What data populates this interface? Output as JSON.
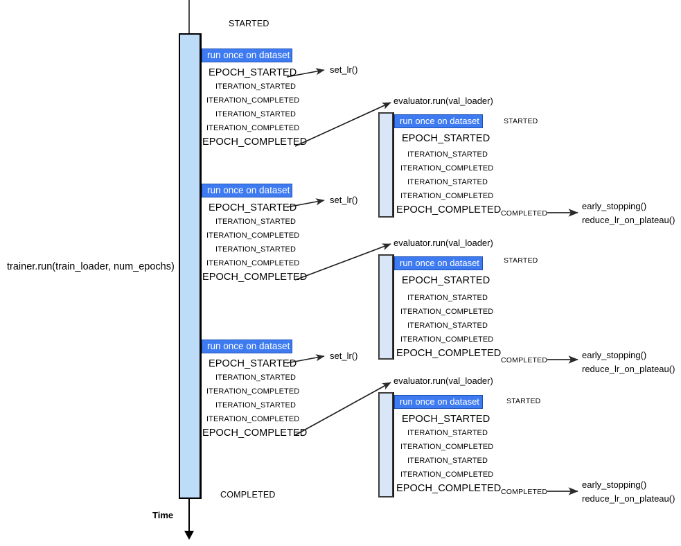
{
  "diagram": {
    "title_label": "trainer.run(train_loader, num_epochs)",
    "time_label": "Time",
    "run_once_label": "run once on dataset",
    "trainer": {
      "state_started": "STARTED",
      "state_completed": "COMPLETED",
      "epochs": [
        {
          "run_once": "run once on dataset",
          "epoch_started": "EPOCH_STARTED",
          "iterations": [
            "ITERATION_STARTED",
            "ITERATION_COMPLETED",
            "ITERATION_STARTED",
            "ITERATION_COMPLETED"
          ],
          "epoch_completed": "EPOCH_COMPLETED",
          "handler": "set_lr()"
        },
        {
          "run_once": "run once on dataset",
          "epoch_started": "EPOCH_STARTED",
          "iterations": [
            "ITERATION_STARTED",
            "ITERATION_COMPLETED",
            "ITERATION_STARTED",
            "ITERATION_COMPLETED"
          ],
          "epoch_completed": "EPOCH_COMPLETED",
          "handler": "set_lr()"
        },
        {
          "run_once": "run once on dataset",
          "epoch_started": "EPOCH_STARTED",
          "iterations": [
            "ITERATION_STARTED",
            "ITERATION_COMPLETED",
            "ITERATION_STARTED",
            "ITERATION_COMPLETED"
          ],
          "epoch_completed": "EPOCH_COMPLETED",
          "handler": "set_lr()"
        }
      ]
    },
    "evaluators": [
      {
        "call_label": "evaluator.run(val_loader)",
        "run_once": "run once on dataset",
        "state_started": "STARTED",
        "epoch_started": "EPOCH_STARTED",
        "iterations": [
          "ITERATION_STARTED",
          "ITERATION_COMPLETED",
          "ITERATION_STARTED",
          "ITERATION_COMPLETED"
        ],
        "epoch_completed": "EPOCH_COMPLETED",
        "state_completed": "COMPLETED",
        "handlers": [
          "early_stopping()",
          "reduce_lr_on_plateau()"
        ]
      },
      {
        "call_label": "evaluator.run(val_loader)",
        "run_once": "run once on dataset",
        "state_started": "STARTED",
        "epoch_started": "EPOCH_STARTED",
        "iterations": [
          "ITERATION_STARTED",
          "ITERATION_COMPLETED",
          "ITERATION_STARTED",
          "ITERATION_COMPLETED"
        ],
        "epoch_completed": "EPOCH_COMPLETED",
        "state_completed": "COMPLETED",
        "handlers": [
          "early_stopping()",
          "reduce_lr_on_plateau()"
        ]
      },
      {
        "call_label": "evaluator.run(val_loader)",
        "run_once": "run once on dataset",
        "state_started": "STARTED",
        "epoch_started": "EPOCH_STARTED",
        "iterations": [
          "ITERATION_STARTED",
          "ITERATION_COMPLETED",
          "ITERATION_STARTED",
          "ITERATION_COMPLETED"
        ],
        "epoch_completed": "EPOCH_COMPLETED",
        "state_completed": "COMPLETED",
        "handlers": [
          "early_stopping()",
          "reduce_lr_on_plateau()"
        ]
      }
    ],
    "colors": {
      "trainer_bar_fill": "#bddcf7",
      "evaluator_bar_fill": "#d9e6f8",
      "run_badge_fill": "#3f7bf0",
      "run_badge_text": "#ffffff",
      "line": "#000000"
    }
  }
}
